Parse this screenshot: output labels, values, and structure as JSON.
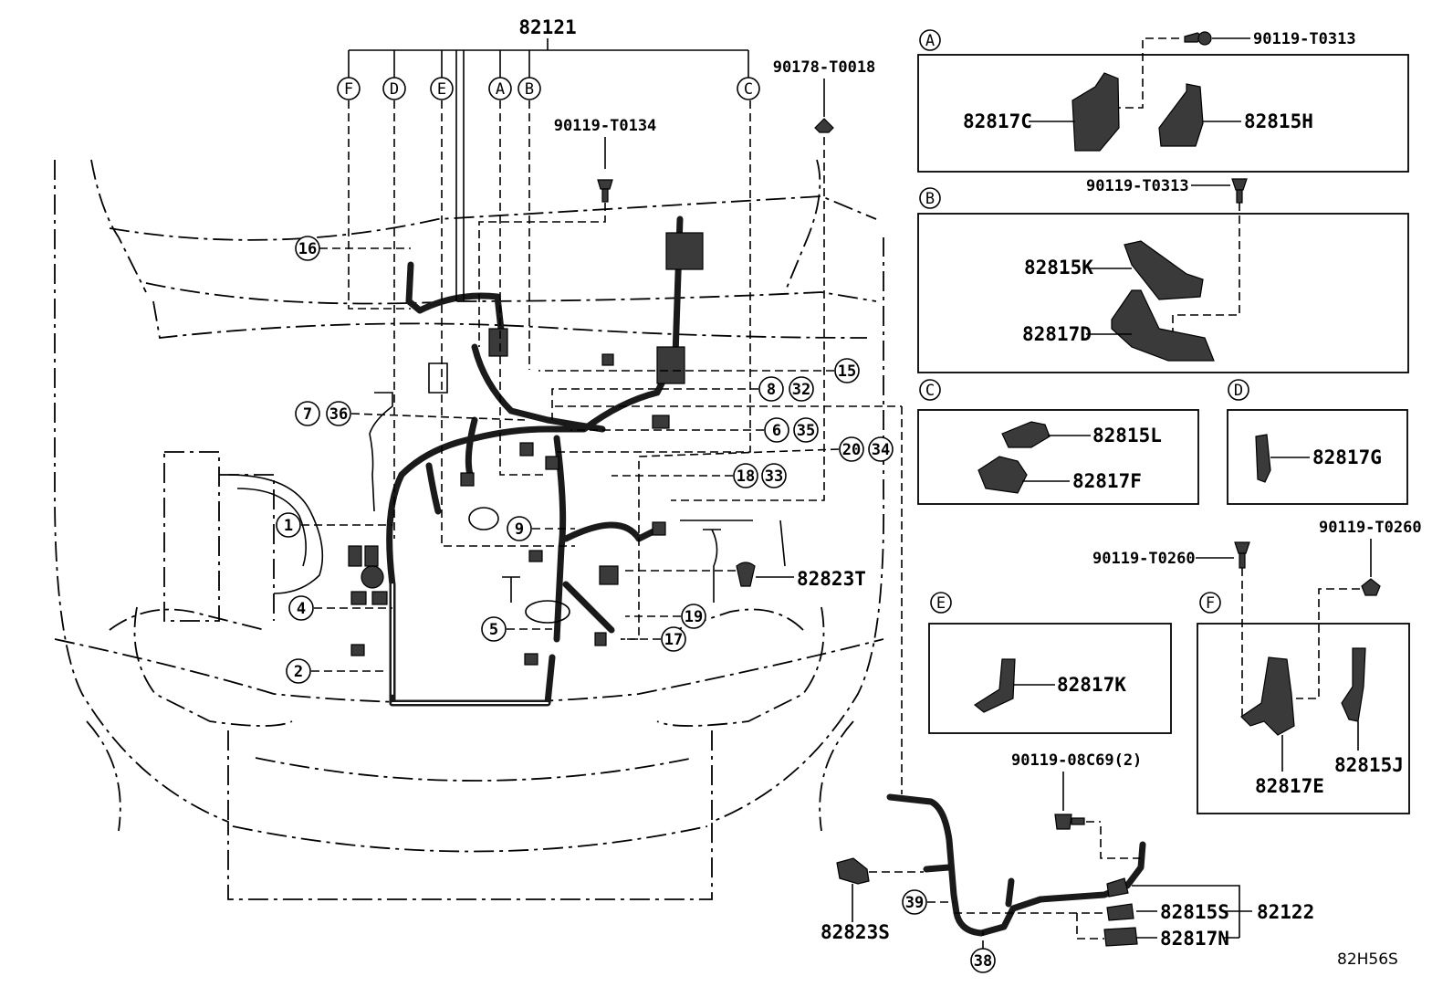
{
  "main_harness": {
    "part_number": "82121",
    "branch_labels": [
      "F",
      "D",
      "E",
      "A",
      "B",
      "C"
    ]
  },
  "main_fasteners": {
    "upper_bolt": "90119-T0134",
    "clip": "90178-T0018"
  },
  "main_callouts": [
    "16",
    "7",
    "36",
    "1",
    "4",
    "2",
    "15",
    "8",
    "32",
    "6",
    "35",
    "20",
    "34",
    "18",
    "33",
    "9",
    "19",
    "5",
    "17"
  ],
  "main_parts": {
    "protector": "82823T",
    "bracket_left": "82823S"
  },
  "insets": {
    "A": {
      "label": "A",
      "bolt": "90119-T0313",
      "parts": [
        "82817C",
        "82815H"
      ]
    },
    "B": {
      "label": "B",
      "bolt": "90119-T0313",
      "parts": [
        "82815K",
        "82817D"
      ]
    },
    "C": {
      "label": "C",
      "parts": [
        "82815L",
        "82817F"
      ]
    },
    "D": {
      "label": "D",
      "parts": [
        "82817G"
      ]
    },
    "E": {
      "label": "E",
      "parts": [
        "82817K"
      ]
    },
    "F": {
      "label": "F",
      "bolts": [
        "90119-T0260",
        "90119-T0260"
      ],
      "parts": [
        "82817E",
        "82815J"
      ]
    }
  },
  "sub_harness": {
    "part_number": "82122",
    "bolt": "90119-08C69(2)",
    "parts": [
      "82815S",
      "82817N"
    ],
    "callouts": [
      "39",
      "38"
    ]
  },
  "diagram_code": "82H56S"
}
